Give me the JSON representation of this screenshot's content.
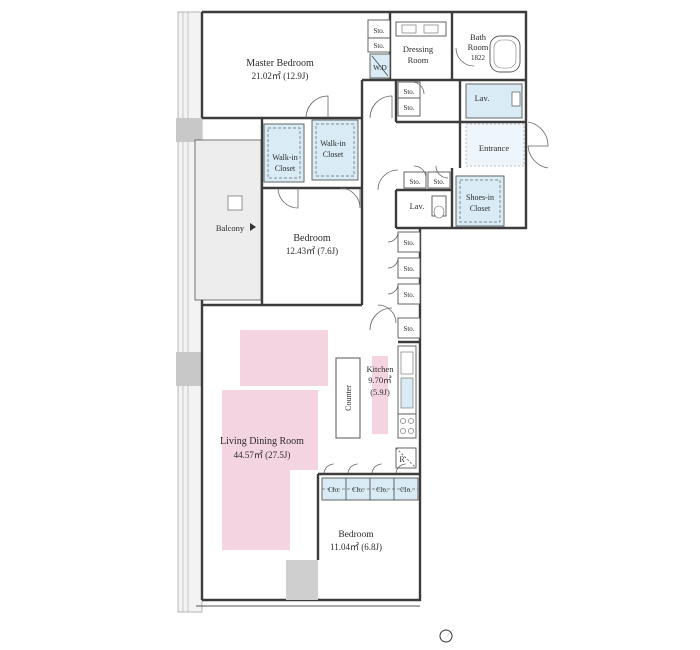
{
  "rooms": {
    "master_bedroom": {
      "name": "Master Bedroom",
      "area": "21.02㎡  (12.9J)"
    },
    "dressing_room": {
      "line1": "Dressing",
      "line2": "Room"
    },
    "bath_room": {
      "line1": "Bath",
      "line2": "Room",
      "size": "1822"
    },
    "lav_upper": "Lav.",
    "lav_lower": "Lav.",
    "entrance": "Entrance",
    "walk_in_closet_left": {
      "line1": "Walk-in",
      "line2": "Closet"
    },
    "walk_in_closet_right": {
      "line1": "Walk-in",
      "line2": "Closet"
    },
    "shoes_in_closet": {
      "line1": "Shoes-in",
      "line2": "Closet"
    },
    "balcony": "Balcony",
    "bedroom_mid": {
      "name": "Bedroom",
      "area": "12.43㎡  (7.6J)"
    },
    "kitchen": {
      "name": "Kitchen",
      "area": "9.70㎡",
      "jo": "(5.9J)"
    },
    "counter": "Counter",
    "living_dining": {
      "name": "Living Dining Room",
      "area": "44.57㎡  (27.5J)"
    },
    "bedroom_low": {
      "name": "Bedroom",
      "area": "11.04㎡  (6.8J)"
    },
    "refrigerator": "R",
    "wd": "W.D"
  },
  "storage": {
    "sto": "Sto.",
    "clo": "Clo."
  },
  "colors": {
    "wall": "#3c3c3c",
    "closet_fill": "#d9ecf6",
    "highlight_pink": "#f4d4e0",
    "balcony_fill": "#ededed"
  },
  "north_arrow": {
    "icon": "north-arrow-icon"
  }
}
